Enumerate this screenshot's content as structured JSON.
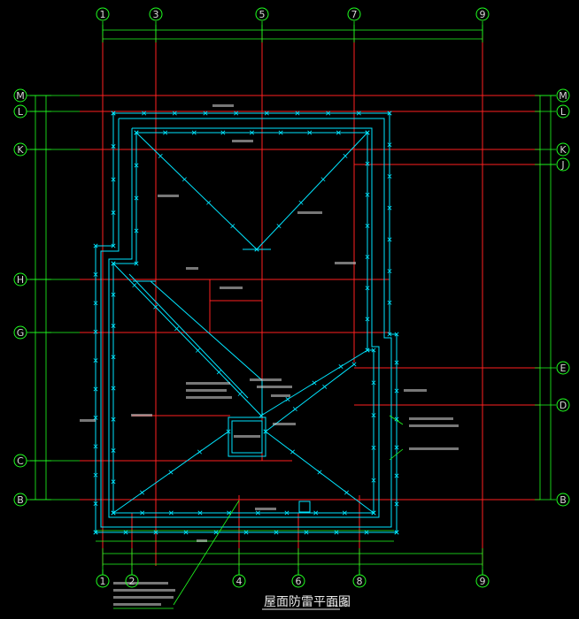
{
  "drawing": {
    "title": "屋面防雷平面图",
    "scale": "1:100",
    "colors": {
      "background": "#000000",
      "grid": "#ff2020",
      "dimension": "#20ff20",
      "lightning": "#00e5ff",
      "text": "#d8d8d8",
      "bubble": "#20ff20"
    }
  },
  "axes": {
    "top": [
      "1",
      "3",
      "5",
      "7",
      "9"
    ],
    "bottom": [
      "1",
      "2",
      "4",
      "6",
      "8",
      "9"
    ],
    "left": [
      "M",
      "L",
      "K",
      "H",
      "G",
      "C",
      "B"
    ],
    "right": [
      "M",
      "L",
      "K",
      "J",
      "E",
      "D",
      "B"
    ]
  }
}
